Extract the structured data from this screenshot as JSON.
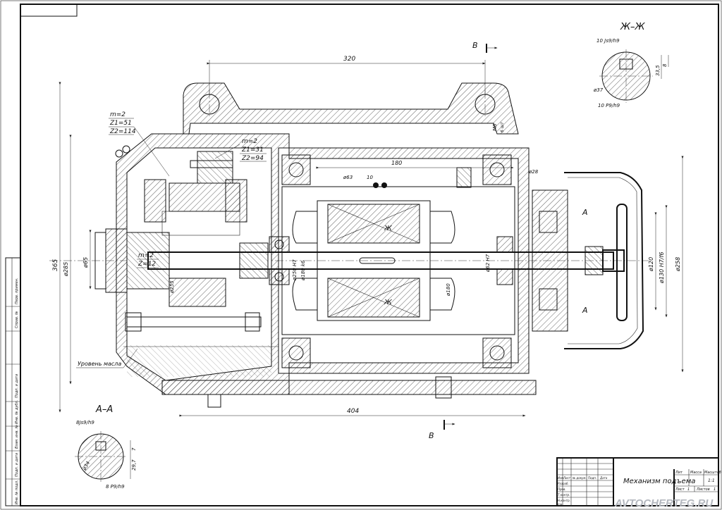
{
  "drawing": {
    "title": "Механизм подъема",
    "sheet": "1",
    "sheets": "1",
    "title_block_cols": [
      "Лит",
      "Масса",
      "Масштаб"
    ],
    "title_block_rows": [
      "Лист",
      "Листов"
    ],
    "title_block_sub": [
      "Изм",
      "Лист",
      "№ докум.",
      "Подп.",
      "Дата"
    ],
    "title_block_roles": [
      "Разраб.",
      "Пров.",
      "Т.контр.",
      "Н.контр.",
      "Утв."
    ],
    "scale": "1:1"
  },
  "side_stamps": [
    "Инв. № подл.",
    "Подп. и дата",
    "Взам. инв. №",
    "Инв. № дубл.",
    "Подп. и дата",
    "Справ. №",
    "Перв. примен."
  ],
  "views": {
    "section_zh": "Ж–Ж",
    "section_a": "А–А",
    "cut_b_top": "В",
    "cut_b_bottom": "В",
    "cut_a": "А",
    "cut_zh": "Ж"
  },
  "labels": {
    "gear1_m": "m=2",
    "gear1_z1": "Z1=51",
    "gear1_z2": "Z2=114",
    "gear2_m": "m=2",
    "gear2_z1": "Z1=31",
    "gear2_z2": "Z2=94",
    "gear3_m": "m=2",
    "gear3_z": "Z=12",
    "oil_level": "Уровень масла"
  },
  "dimensions": {
    "d320": "320",
    "d404": "404",
    "d180": "180",
    "d365": "365",
    "d285": "ø285",
    "d65": "ø65",
    "d258": "ø258",
    "d130": "ø130 H7/f6",
    "d120": "ø120",
    "d180b": "ø180",
    "d62": "ø62 H7",
    "d250": "ø250 H7",
    "d180h6": "ø180 k6",
    "d255": "ø255",
    "d63": "ø63",
    "d10": "10",
    "d28": "ø28",
    "d48": "M8",
    "dsh": "6 шт",
    "zh_10js9": "10 Js9/h9",
    "zh_10p9": "10 P9/h9",
    "zh_37": "ø37",
    "zh_8": "8",
    "zh_335": "33,5",
    "a_8js9": "8Js9/h9",
    "a_8p9": "8 P9/h9",
    "a_7": "7",
    "a_297": "29,7",
    "a_34": "ø34"
  },
  "watermark": "AVTOCHERTEG.RU"
}
